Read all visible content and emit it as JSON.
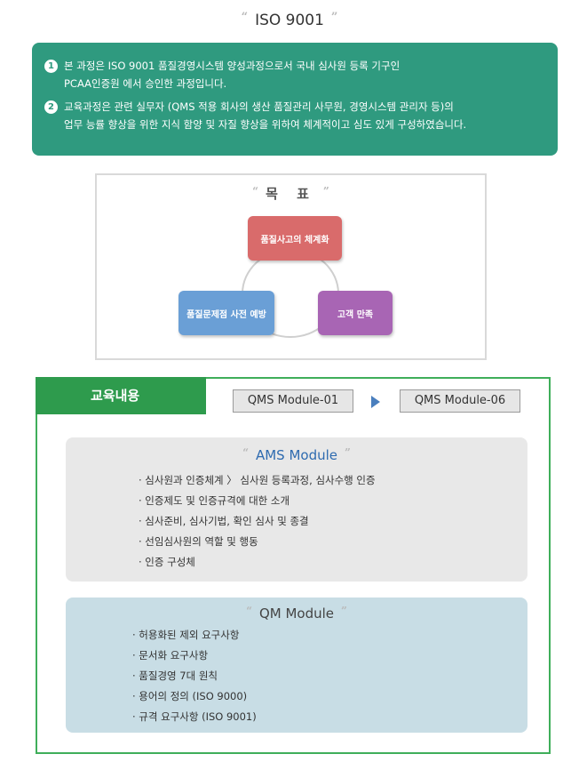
{
  "title": {
    "open_quote": "“",
    "text": "ISO 9001",
    "close_quote": "”"
  },
  "intro": {
    "items": [
      {
        "number": "1",
        "lines": [
          "본 과정은 ISO 9001 품질경영시스템 양성과정으로서 국내 심사원 등록 기구인",
          "PCAA인증원 에서 승인한 과정입니다."
        ]
      },
      {
        "number": "2",
        "lines": [
          "교육과정은 관련 실무자 (QMS 적용 회사의 생산 품질관리 사무원, 경영시스템 관리자 등)의",
          "업무 능률 향상을 위한 지식 함양 및 자질 향상을 위하여 체계적이고 심도 있게 구성하였습니다."
        ]
      }
    ]
  },
  "goals": {
    "open_quote": "“",
    "title": "목 표",
    "close_quote": "”",
    "items": [
      "품질사고의 체계화",
      "품질문제점 사전 예방",
      "고객 만족"
    ]
  },
  "content": {
    "tab_label": "교육내용",
    "module_from": "QMS Module-01",
    "module_to": "QMS Module-06",
    "ams": {
      "open_quote": "“",
      "title": "AMS Module",
      "close_quote": "”",
      "items": [
        "· 심사원과 인증체계 〉 심사원 등록과정, 심사수행 인증",
        "· 인증제도 및 인증규격에 대한 소개",
        "· 심사준비, 심사기법, 확인 심사 및 종결",
        "· 선임심사원의 역할 및 행동",
        "· 인증 구성체"
      ]
    },
    "qm": {
      "open_quote": "“",
      "title": "QM Module",
      "close_quote": "”",
      "items": [
        "· 허용화된 제외 요구사항",
        "· 문서화 요구사항",
        "· 품질경영 7대 원칙",
        "· 용어의 정의 (ISO 9000)",
        "· 규격 요구사항 (ISO 9001)"
      ]
    }
  },
  "colors": {
    "intro_bg": "#2f9a7f",
    "goal_1": "#d96b6b",
    "goal_2": "#6a9fd6",
    "goal_3": "#a865b4",
    "content_tab": "#2e9b4d",
    "content_border": "#3fae5a",
    "ams_bg": "#e8e8e8",
    "qm_bg": "#c8dde5",
    "arrow": "#4a7fbe"
  }
}
